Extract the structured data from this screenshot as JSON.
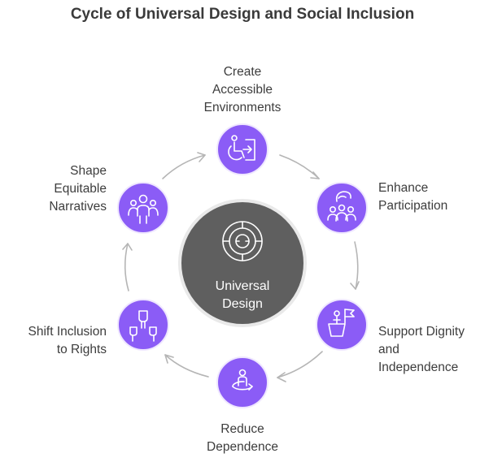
{
  "title": "Cycle of Universal Design and Social Inclusion",
  "center": {
    "label_line1": "Universal",
    "label_line2": "Design",
    "icon": "maze-icon"
  },
  "nodes": [
    {
      "lines": [
        "Create",
        "Accessible",
        "Environments"
      ],
      "icon": "wheelchair-door-icon"
    },
    {
      "lines": [
        "Enhance",
        "Participation"
      ],
      "icon": "community-hands-icon"
    },
    {
      "lines": [
        "Support Dignity",
        "and",
        "Independence"
      ],
      "icon": "podium-flag-icon"
    },
    {
      "lines": [
        "Reduce",
        "Dependence"
      ],
      "icon": "person-standing-circle-icon"
    },
    {
      "lines": [
        "Shift Inclusion",
        "to Rights"
      ],
      "icon": "raised-fists-icon"
    },
    {
      "lines": [
        "Shape",
        "Equitable",
        "Narratives"
      ],
      "icon": "group-people-icon"
    }
  ],
  "colors": {
    "node_fill": "#8b5cf6",
    "center_fill": "#5f5f5f",
    "center_ring": "#e9e9e9",
    "arrow": "#b5b5b5",
    "text": "#3d3d3d"
  }
}
